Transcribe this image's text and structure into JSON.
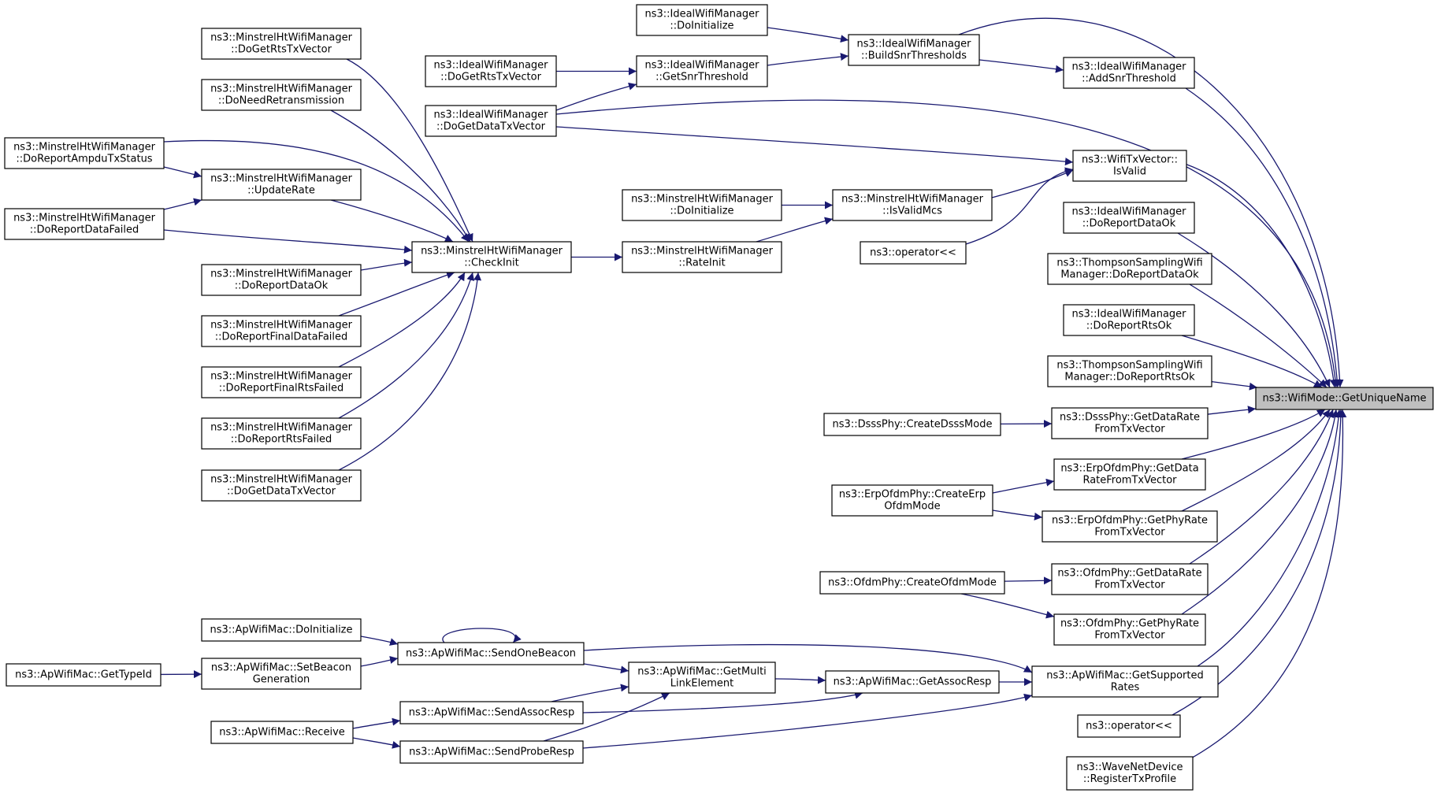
{
  "nodes": {
    "get_unique_name": [
      "ns3::WifiMode::GetUniqueName"
    ],
    "ideal_do_initialize": [
      "ns3::IdealWifiManager",
      "::DoInitialize"
    ],
    "ideal_build_snr": [
      "ns3::IdealWifiManager",
      "::BuildSnrThresholds"
    ],
    "ideal_get_rts": [
      "ns3::IdealWifiManager",
      "::DoGetRtsTxVector"
    ],
    "ideal_get_snr": [
      "ns3::IdealWifiManager",
      "::GetSnrThreshold"
    ],
    "ideal_add_snr": [
      "ns3::IdealWifiManager",
      "::AddSnrThreshold"
    ],
    "ideal_get_data": [
      "ns3::IdealWifiManager",
      "::DoGetDataTxVector"
    ],
    "txvector_isvalid": [
      "ns3::WifiTxVector::",
      "IsValid"
    ],
    "ideal_report_data_ok": [
      "ns3::IdealWifiManager",
      "::DoReportDataOk"
    ],
    "thompson_data_ok": [
      "ns3::ThompsonSamplingWifi",
      "Manager::DoReportDataOk"
    ],
    "ideal_report_rts_ok": [
      "ns3::IdealWifiManager",
      "::DoReportRtsOk"
    ],
    "thompson_rts_ok": [
      "ns3::ThompsonSamplingWifi",
      "Manager::DoReportRtsOk"
    ],
    "mht_get_rts": [
      "ns3::MinstrelHtWifiManager",
      "::DoGetRtsTxVector"
    ],
    "mht_need_retx": [
      "ns3::MinstrelHtWifiManager",
      "::DoNeedRetransmission"
    ],
    "mht_ampdu": [
      "ns3::MinstrelHtWifiManager",
      "::DoReportAmpduTxStatus"
    ],
    "mht_update_rate": [
      "ns3::MinstrelHtWifiManager",
      "::UpdateRate"
    ],
    "mht_data_failed": [
      "ns3::MinstrelHtWifiManager",
      "::DoReportDataFailed"
    ],
    "mht_check_init": [
      "ns3::MinstrelHtWifiManager",
      "::CheckInit"
    ],
    "mht_do_initialize": [
      "ns3::MinstrelHtWifiManager",
      "::DoInitialize"
    ],
    "mht_is_valid_mcs": [
      "ns3::MinstrelHtWifiManager",
      "::IsValidMcs"
    ],
    "mht_rate_init": [
      "ns3::MinstrelHtWifiManager",
      "::RateInit"
    ],
    "operator_top": [
      "ns3::operator<<"
    ],
    "mht_data_ok": [
      "ns3::MinstrelHtWifiManager",
      "::DoReportDataOk"
    ],
    "mht_final_data_failed": [
      "ns3::MinstrelHtWifiManager",
      "::DoReportFinalDataFailed"
    ],
    "mht_final_rts_failed": [
      "ns3::MinstrelHtWifiManager",
      "::DoReportFinalRtsFailed"
    ],
    "mht_rts_failed": [
      "ns3::MinstrelHtWifiManager",
      "::DoReportRtsFailed"
    ],
    "mht_get_data": [
      "ns3::MinstrelHtWifiManager",
      "::DoGetDataTxVector"
    ],
    "dsss_create": [
      "ns3::DsssPhy::CreateDsssMode"
    ],
    "dsss_get_data": [
      "ns3::DsssPhy::GetDataRate",
      "FromTxVector"
    ],
    "erp_get_data": [
      "ns3::ErpOfdmPhy::GetData",
      "RateFromTxVector"
    ],
    "erp_create": [
      "ns3::ErpOfdmPhy::CreateErp",
      "OfdmMode"
    ],
    "erp_get_phy": [
      "ns3::ErpOfdmPhy::GetPhyRate",
      "FromTxVector"
    ],
    "ofdm_create": [
      "ns3::OfdmPhy::CreateOfdmMode"
    ],
    "ofdm_get_data": [
      "ns3::OfdmPhy::GetDataRate",
      "FromTxVector"
    ],
    "ofdm_get_phy": [
      "ns3::OfdmPhy::GetPhyRate",
      "FromTxVector"
    ],
    "ap_do_initialize": [
      "ns3::ApWifiMac::DoInitialize"
    ],
    "ap_send_one_beacon": [
      "ns3::ApWifiMac::SendOneBeacon"
    ],
    "ap_get_type_id": [
      "ns3::ApWifiMac::GetTypeId"
    ],
    "ap_set_beacon": [
      "ns3::ApWifiMac::SetBeacon",
      "Generation"
    ],
    "ap_get_multi_link": [
      "ns3::ApWifiMac::GetMulti",
      "LinkElement"
    ],
    "ap_get_assoc_resp": [
      "ns3::ApWifiMac::GetAssocResp"
    ],
    "ap_get_supported": [
      "ns3::ApWifiMac::GetSupported",
      "Rates"
    ],
    "ap_send_assoc_resp": [
      "ns3::ApWifiMac::SendAssocResp"
    ],
    "ap_receive": [
      "ns3::ApWifiMac::Receive"
    ],
    "ap_send_probe_resp": [
      "ns3::ApWifiMac::SendProbeResp"
    ],
    "operator_bottom": [
      "ns3::operator<<"
    ],
    "wave_register": [
      "ns3::WaveNetDevice",
      "::RegisterTxProfile"
    ]
  },
  "edges": [
    [
      "ideal_do_initialize",
      "ideal_build_snr"
    ],
    [
      "ideal_get_snr",
      "ideal_build_snr"
    ],
    [
      "ideal_build_snr",
      "ideal_add_snr"
    ],
    [
      "ideal_get_rts",
      "ideal_get_snr"
    ],
    [
      "ideal_get_data",
      "ideal_get_snr"
    ],
    [
      "ideal_get_data",
      "txvector_isvalid"
    ],
    [
      "mht_is_valid_mcs",
      "txvector_isvalid"
    ],
    [
      "operator_top",
      "txvector_isvalid"
    ],
    [
      "mht_do_initialize",
      "mht_is_valid_mcs"
    ],
    [
      "mht_rate_init",
      "mht_is_valid_mcs"
    ],
    [
      "mht_check_init",
      "mht_rate_init"
    ],
    [
      "mht_get_rts",
      "mht_check_init"
    ],
    [
      "mht_need_retx",
      "mht_check_init"
    ],
    [
      "mht_ampdu",
      "mht_check_init"
    ],
    [
      "mht_ampdu",
      "mht_update_rate"
    ],
    [
      "mht_data_failed",
      "mht_update_rate"
    ],
    [
      "mht_update_rate",
      "mht_check_init"
    ],
    [
      "mht_data_failed",
      "mht_check_init"
    ],
    [
      "mht_data_ok",
      "mht_check_init"
    ],
    [
      "mht_final_data_failed",
      "mht_check_init"
    ],
    [
      "mht_final_rts_failed",
      "mht_check_init"
    ],
    [
      "mht_rts_failed",
      "mht_check_init"
    ],
    [
      "mht_get_data",
      "mht_check_init"
    ],
    [
      "dsss_create",
      "dsss_get_data"
    ],
    [
      "erp_create",
      "erp_get_data"
    ],
    [
      "erp_create",
      "erp_get_phy"
    ],
    [
      "ofdm_create",
      "ofdm_get_data"
    ],
    [
      "ofdm_create",
      "ofdm_get_phy"
    ],
    [
      "ap_do_initialize",
      "ap_send_one_beacon"
    ],
    [
      "ap_send_one_beacon",
      "ap_send_one_beacon"
    ],
    [
      "ap_get_type_id",
      "ap_set_beacon"
    ],
    [
      "ap_set_beacon",
      "ap_send_one_beacon"
    ],
    [
      "ap_send_one_beacon",
      "ap_get_multi_link"
    ],
    [
      "ap_send_assoc_resp",
      "ap_get_multi_link"
    ],
    [
      "ap_send_probe_resp",
      "ap_get_multi_link"
    ],
    [
      "ap_get_multi_link",
      "ap_get_assoc_resp"
    ],
    [
      "ap_send_assoc_resp",
      "ap_get_assoc_resp"
    ],
    [
      "ap_get_assoc_resp",
      "ap_get_supported"
    ],
    [
      "ap_send_one_beacon",
      "ap_get_supported"
    ],
    [
      "ap_send_probe_resp",
      "ap_get_supported"
    ],
    [
      "ap_receive",
      "ap_send_assoc_resp"
    ],
    [
      "ap_receive",
      "ap_send_probe_resp"
    ],
    [
      "ideal_build_snr",
      "get_unique_name"
    ],
    [
      "ideal_add_snr",
      "get_unique_name"
    ],
    [
      "ideal_get_data",
      "get_unique_name"
    ],
    [
      "txvector_isvalid",
      "get_unique_name"
    ],
    [
      "ideal_report_data_ok",
      "get_unique_name"
    ],
    [
      "thompson_data_ok",
      "get_unique_name"
    ],
    [
      "ideal_report_rts_ok",
      "get_unique_name"
    ],
    [
      "thompson_rts_ok",
      "get_unique_name"
    ],
    [
      "dsss_get_data",
      "get_unique_name"
    ],
    [
      "erp_get_data",
      "get_unique_name"
    ],
    [
      "erp_get_phy",
      "get_unique_name"
    ],
    [
      "ofdm_get_data",
      "get_unique_name"
    ],
    [
      "ofdm_get_phy",
      "get_unique_name"
    ],
    [
      "ap_get_supported",
      "get_unique_name"
    ],
    [
      "operator_bottom",
      "get_unique_name"
    ],
    [
      "wave_register",
      "get_unique_name"
    ]
  ],
  "colors": {
    "edge": "#191970",
    "root_fill": "#bfbfbf",
    "node_fill": "#ffffff",
    "node_border": "#000000"
  }
}
